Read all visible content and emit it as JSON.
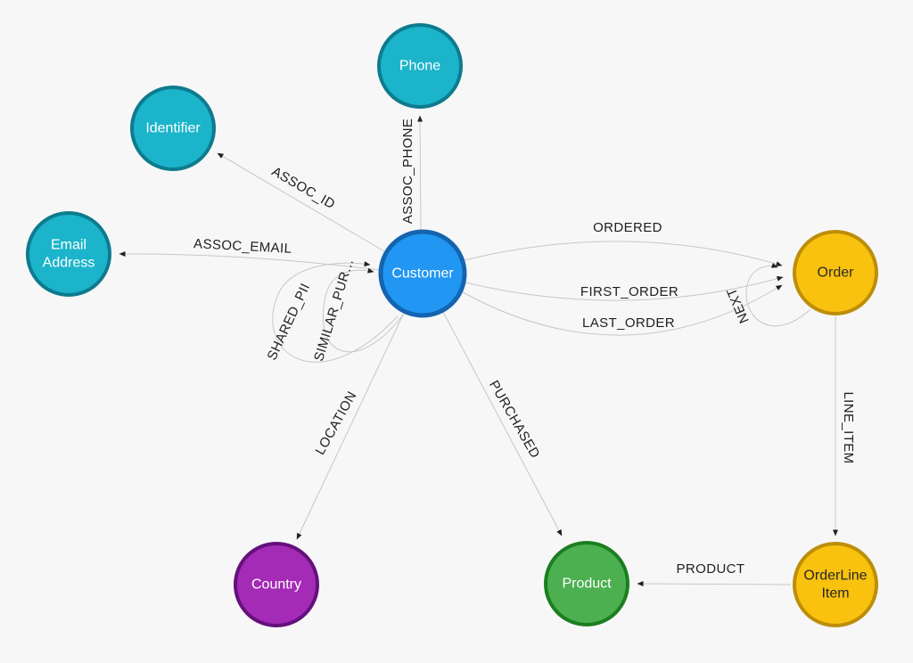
{
  "canvas": {
    "background": "#f7f7f8",
    "edge_color": "#c7c7c7",
    "arrow_color": "#222222",
    "label_color": "#1f1f1f"
  },
  "nodes": [
    {
      "id": "phone",
      "label": "Phone",
      "fill": "#1bb4cb",
      "border": "#0e7b8e",
      "text_color": "#ffffff"
    },
    {
      "id": "identifier",
      "label": "Identifier",
      "fill": "#1bb4cb",
      "border": "#0e7b8e",
      "text_color": "#ffffff"
    },
    {
      "id": "email-address",
      "lines": [
        "Email",
        "Address"
      ],
      "fill": "#1bb4cb",
      "border": "#0e7b8e",
      "text_color": "#ffffff"
    },
    {
      "id": "customer",
      "label": "Customer",
      "fill": "#2196f3",
      "border": "#1464b0",
      "text_color": "#ffffff"
    },
    {
      "id": "order",
      "label": "Order",
      "fill": "#f9c20f",
      "border": "#bd8e08",
      "text_color": "#2b2b2b"
    },
    {
      "id": "country",
      "label": "Country",
      "fill": "#a32bb5",
      "border": "#64117c",
      "text_color": "#ffffff"
    },
    {
      "id": "product",
      "label": "Product",
      "fill": "#4caf50",
      "border": "#1b7e20",
      "text_color": "#ffffff"
    },
    {
      "id": "orderline-item",
      "lines": [
        "OrderLine",
        "Item"
      ],
      "fill": "#f9c20f",
      "border": "#bd8e08",
      "text_color": "#262626"
    }
  ],
  "relationships": [
    {
      "id": "assoc-phone",
      "label": "ASSOC_PHONE",
      "from": "customer",
      "to": "phone"
    },
    {
      "id": "assoc-id",
      "label": "ASSOC_ID",
      "from": "customer",
      "to": "identifier"
    },
    {
      "id": "assoc-email",
      "label": "ASSOC_EMAIL",
      "from": "customer",
      "to": "email-address"
    },
    {
      "id": "shared-pii",
      "label": "SHARED_PII",
      "from": "customer",
      "to": "customer"
    },
    {
      "id": "similar-pur",
      "label": "SIMILAR_PUR…",
      "from": "customer",
      "to": "customer"
    },
    {
      "id": "ordered",
      "label": "ORDERED",
      "from": "customer",
      "to": "order"
    },
    {
      "id": "first-order",
      "label": "FIRST_ORDER",
      "from": "customer",
      "to": "order"
    },
    {
      "id": "last-order",
      "label": "LAST_ORDER",
      "from": "customer",
      "to": "order"
    },
    {
      "id": "next",
      "label": "NEXT",
      "from": "order",
      "to": "order"
    },
    {
      "id": "line-item",
      "label": "LINE_ITEM",
      "from": "order",
      "to": "orderline-item"
    },
    {
      "id": "product",
      "label": "PRODUCT",
      "from": "orderline-item",
      "to": "product"
    },
    {
      "id": "purchased",
      "label": "PURCHASED",
      "from": "customer",
      "to": "product"
    },
    {
      "id": "location",
      "label": "LOCATION",
      "from": "customer",
      "to": "country"
    }
  ]
}
